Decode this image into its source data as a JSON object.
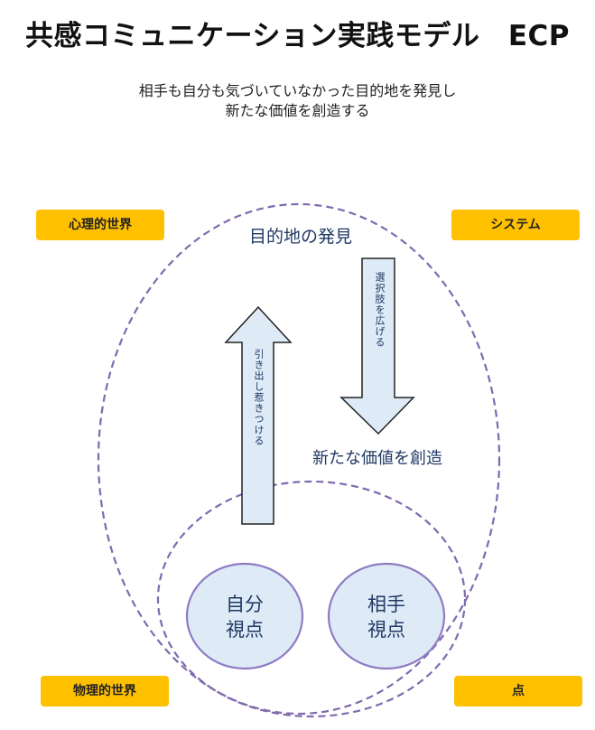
{
  "title": "共感コミュニケーション実践モデル　ECP",
  "subtitle": {
    "line1": "相手も自分も気づいていなかった目的地を発見し",
    "line2": "新たな価値を創造する"
  },
  "corners": {
    "top_left": "心理的世界",
    "top_right": "システム",
    "bottom_left": "物理的世界",
    "bottom_right": "点"
  },
  "labels": {
    "destination": "目的地の発見",
    "new_value": "新たな価値を創造"
  },
  "arrows": {
    "up": "引き出し惹きつける",
    "down": "選択肢を広げる"
  },
  "circles": {
    "self": {
      "line1": "自分",
      "line2": "視点"
    },
    "other": {
      "line1": "相手",
      "line2": "視点"
    }
  },
  "colors": {
    "badge": "#FFC000",
    "dashed_line": "#7F6AAE",
    "arrow_fill": "#DEEBF7",
    "circle_fill": "#DEEBF7",
    "circle_stroke": "#8E7CC3",
    "text_navy": "#1F3864"
  }
}
